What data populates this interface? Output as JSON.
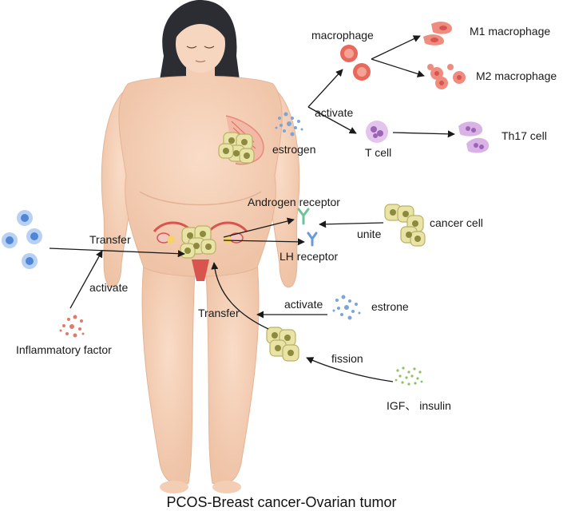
{
  "title": "PCOS-Breast cancer-Ovarian tumor",
  "labels": {
    "macrophage": "macrophage",
    "m1": "M1 macrophage",
    "m2": "M2 macrophage",
    "activate_top": "activate",
    "estrogen": "estrogen",
    "t_cell": "T cell",
    "th17": "Th17 cell",
    "androgen_receptor": "Androgen receptor",
    "lh_receptor": "LH receptor",
    "unite": "unite",
    "cancer_cell": "cancer cell",
    "transfer_left": "Transfer",
    "activate_left": "activate",
    "inflammatory_factor": "Inflammatory factor",
    "activate_estrone": "activate",
    "estrone": "estrone",
    "transfer_bottom": "Transfer",
    "fission": "fission",
    "igf_insulin": "IGF、 insulin"
  },
  "colors": {
    "skin": "#f7d6bf",
    "skin_shade": "#eebfa2",
    "hair": "#2b2d33",
    "cancer_cell": "#e9e3a6",
    "cancer_nucleus": "#8c8a3e",
    "macrophage": "#e8685c",
    "t_cell": "#d9b3e6",
    "immune_blue": "#4f86d6",
    "uterus": "#d9534f"
  }
}
